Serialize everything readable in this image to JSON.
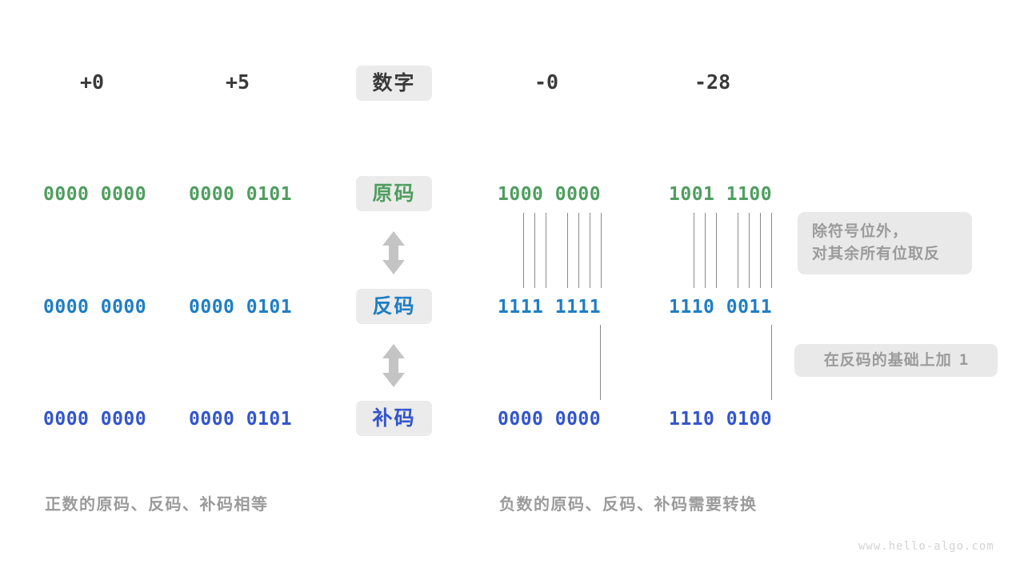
{
  "meta": {
    "watermark": "www.hello-algo.com",
    "background": "#ffffff"
  },
  "colors": {
    "true_form_green": "#4f9e5f",
    "ones_complement_blue": "#1f7ec4",
    "twos_complement_indigo": "#3355cc",
    "badge_bg": "#ebebeb",
    "note_bg": "#e9e9e9",
    "note_text": "#9b9b9b",
    "line": "#8a8a8a",
    "arrow": "#c4c4c4",
    "heading_text": "#3a3a3a"
  },
  "row_labels": {
    "heading": "数字",
    "true_form": "原码",
    "ones_complement": "反码",
    "twos_complement": "补码"
  },
  "columns": [
    {
      "id": "pos-zero",
      "number": "+0",
      "true_form": "0000 0000",
      "ones_complement": "0000 0000",
      "twos_complement": "0000 0000"
    },
    {
      "id": "pos-five",
      "number": "+5",
      "true_form": "0000 0101",
      "ones_complement": "0000 0101",
      "twos_complement": "0000 0101"
    },
    {
      "id": "neg-zero",
      "number": "-0",
      "true_form": "1000 0000",
      "ones_complement": "1111 1111",
      "twos_complement": "0000 0000"
    },
    {
      "id": "neg-twentyeight",
      "number": "-28",
      "true_form": "1001 1100",
      "ones_complement": "1110 0011",
      "twos_complement": "1110 0100"
    }
  ],
  "notes": {
    "invert": {
      "line1": "除符号位外，",
      "line2": "对其余所有位取反"
    },
    "add_one": {
      "text": "在反码的基础上加",
      "value": "1"
    }
  },
  "captions": {
    "positive": "正数的原码、反码、补码相等",
    "negative": "负数的原码、反码、补码需要转换"
  },
  "arrows": {
    "top_glyph": "double-head-vertical-arrow",
    "bottom_glyph": "double-head-vertical-arrow"
  }
}
